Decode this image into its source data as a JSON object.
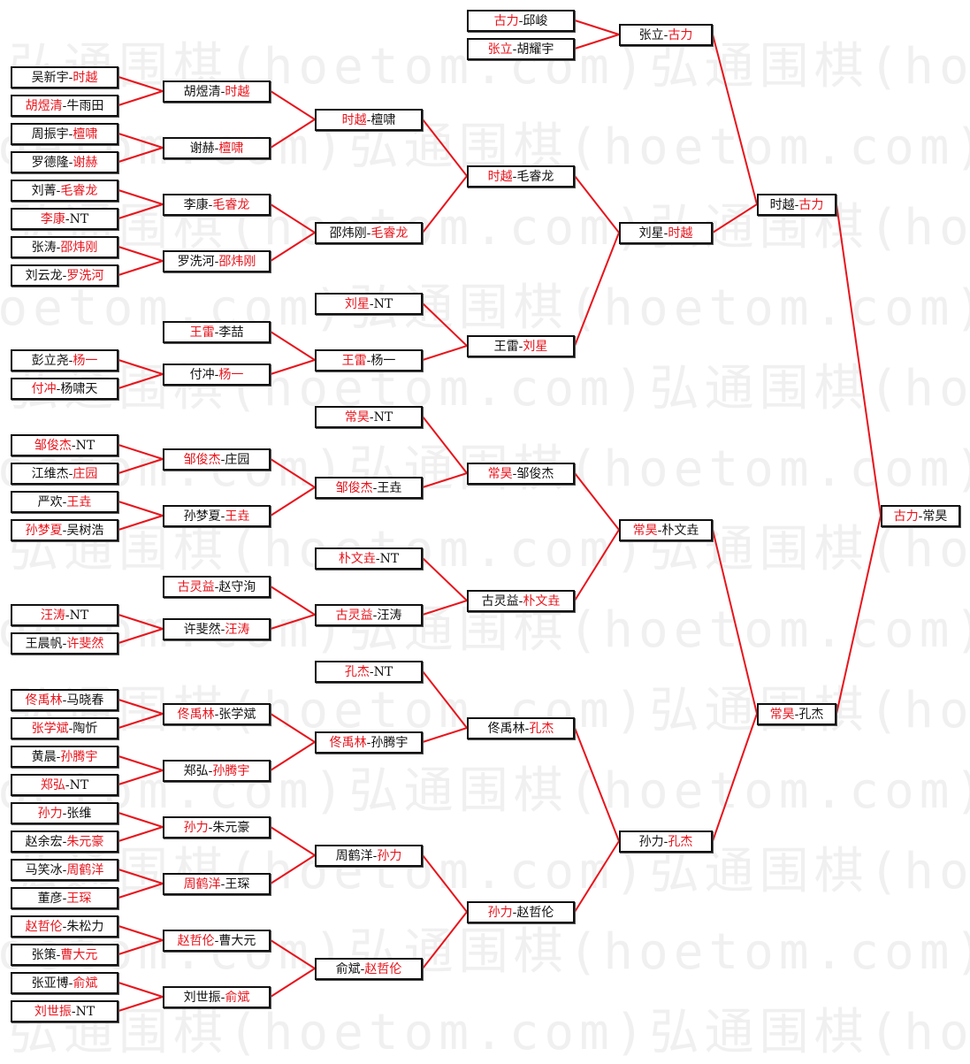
{
  "watermark": "弘通围棋(hoetom.com)",
  "separator": "-",
  "colors": {
    "winner": "#e8141c",
    "loser": "#111111",
    "line": "#e8141c",
    "border": "#111111"
  },
  "rounds": [
    {
      "name": "round-1",
      "matches": [
        {
          "a": "吴新宇",
          "b": "时越",
          "w": "b"
        },
        {
          "a": "胡煜清",
          "b": "牛雨田",
          "w": "a"
        },
        {
          "a": "周振宇",
          "b": "檀啸",
          "w": "b"
        },
        {
          "a": "罗德隆",
          "b": "谢赫",
          "w": "b"
        },
        {
          "a": "刘菁",
          "b": "毛睿龙",
          "w": "b"
        },
        {
          "a": "李康",
          "b": "NT",
          "w": "a"
        },
        {
          "a": "张涛",
          "b": "邵炜刚",
          "w": "b"
        },
        {
          "a": "刘云龙",
          "b": "罗洗河",
          "w": "b"
        },
        {
          "a": "彭立尧",
          "b": "杨一",
          "w": "b"
        },
        {
          "a": "付冲",
          "b": "杨啸天",
          "w": "a"
        },
        {
          "a": "邹俊杰",
          "b": "NT",
          "w": "a"
        },
        {
          "a": "江维杰",
          "b": "庄园",
          "w": "b"
        },
        {
          "a": "严欢",
          "b": "王垚",
          "w": "b"
        },
        {
          "a": "孙梦夏",
          "b": "吴树浩",
          "w": "a"
        },
        {
          "a": "汪涛",
          "b": "NT",
          "w": "a"
        },
        {
          "a": "王晨帆",
          "b": "许斐然",
          "w": "b"
        },
        {
          "a": "佟禹林",
          "b": "马晓春",
          "w": "a"
        },
        {
          "a": "张学斌",
          "b": "陶忻",
          "w": "a"
        },
        {
          "a": "黄晨",
          "b": "孙腾宇",
          "w": "b"
        },
        {
          "a": "郑弘",
          "b": "NT",
          "w": "a"
        },
        {
          "a": "孙力",
          "b": "张维",
          "w": "a"
        },
        {
          "a": "赵余宏",
          "b": "朱元豪",
          "w": "b"
        },
        {
          "a": "马笑冰",
          "b": "周鹤洋",
          "w": "b"
        },
        {
          "a": "董彦",
          "b": "王琛",
          "w": "b"
        },
        {
          "a": "赵哲伦",
          "b": "朱松力",
          "w": "a"
        },
        {
          "a": "张策",
          "b": "曹大元",
          "w": "b"
        },
        {
          "a": "张亚博",
          "b": "俞斌",
          "w": "b"
        },
        {
          "a": "刘世振",
          "b": "NT",
          "w": "a"
        }
      ]
    },
    {
      "name": "round-2",
      "matches": [
        {
          "a": "胡煜清",
          "b": "时越",
          "w": "b",
          "from": [
            0,
            1
          ]
        },
        {
          "a": "谢赫",
          "b": "檀啸",
          "w": "b",
          "from": [
            2,
            3
          ]
        },
        {
          "a": "李康",
          "b": "毛睿龙",
          "w": "b",
          "from": [
            4,
            5
          ]
        },
        {
          "a": "罗洗河",
          "b": "邵炜刚",
          "w": "b",
          "from": [
            6,
            7
          ]
        },
        {
          "a": "王雷",
          "b": "李喆",
          "w": "a",
          "from": []
        },
        {
          "a": "付冲",
          "b": "杨一",
          "w": "b",
          "from": [
            8,
            9
          ]
        },
        {
          "a": "邹俊杰",
          "b": "庄园",
          "w": "a",
          "from": [
            10,
            11
          ]
        },
        {
          "a": "孙梦夏",
          "b": "王垚",
          "w": "b",
          "from": [
            12,
            13
          ]
        },
        {
          "a": "古灵益",
          "b": "赵守洵",
          "w": "a",
          "from": []
        },
        {
          "a": "许斐然",
          "b": "汪涛",
          "w": "b",
          "from": [
            14,
            15
          ]
        },
        {
          "a": "佟禹林",
          "b": "张学斌",
          "w": "a",
          "from": [
            16,
            17
          ]
        },
        {
          "a": "郑弘",
          "b": "孙腾宇",
          "w": "b",
          "from": [
            18,
            19
          ]
        },
        {
          "a": "孙力",
          "b": "朱元豪",
          "w": "a",
          "from": [
            20,
            21
          ]
        },
        {
          "a": "周鹤洋",
          "b": "王琛",
          "w": "a",
          "from": [
            22,
            23
          ]
        },
        {
          "a": "赵哲伦",
          "b": "曹大元",
          "w": "a",
          "from": [
            24,
            25
          ]
        },
        {
          "a": "刘世振",
          "b": "俞斌",
          "w": "b",
          "from": [
            26,
            27
          ]
        }
      ]
    },
    {
      "name": "round-3",
      "matches": [
        {
          "a": "时越",
          "b": "檀啸",
          "w": "a",
          "from": [
            0,
            1
          ]
        },
        {
          "a": "邵炜刚",
          "b": "毛睿龙",
          "w": "b",
          "from": [
            2,
            3
          ]
        },
        {
          "a": "刘星",
          "b": "NT",
          "w": "a",
          "from": []
        },
        {
          "a": "王雷",
          "b": "杨一",
          "w": "a",
          "from": [
            4,
            5
          ]
        },
        {
          "a": "常昊",
          "b": "NT",
          "w": "a",
          "from": []
        },
        {
          "a": "邹俊杰",
          "b": "王垚",
          "w": "a",
          "from": [
            6,
            7
          ]
        },
        {
          "a": "朴文垚",
          "b": "NT",
          "w": "a",
          "from": []
        },
        {
          "a": "古灵益",
          "b": "汪涛",
          "w": "a",
          "from": [
            8,
            9
          ]
        },
        {
          "a": "孔杰",
          "b": "NT",
          "w": "a",
          "from": []
        },
        {
          "a": "佟禹林",
          "b": "孙腾宇",
          "w": "a",
          "from": [
            10,
            11
          ]
        },
        {
          "a": "周鹤洋",
          "b": "孙力",
          "w": "b",
          "from": [
            12,
            13
          ]
        },
        {
          "a": "俞斌",
          "b": "赵哲伦",
          "w": "b",
          "from": [
            14,
            15
          ]
        }
      ]
    },
    {
      "name": "round-4",
      "matches": [
        {
          "a": "古力",
          "b": "邱峻",
          "w": "a",
          "from": []
        },
        {
          "a": "张立",
          "b": "胡耀宇",
          "w": "a",
          "from": []
        },
        {
          "a": "时越",
          "b": "毛睿龙",
          "w": "a",
          "from": [
            0,
            1
          ]
        },
        {
          "a": "王雷",
          "b": "刘星",
          "w": "b",
          "from": [
            2,
            3
          ]
        },
        {
          "a": "常昊",
          "b": "邹俊杰",
          "w": "a",
          "from": [
            4,
            5
          ]
        },
        {
          "a": "古灵益",
          "b": "朴文垚",
          "w": "b",
          "from": [
            6,
            7
          ]
        },
        {
          "a": "佟禹林",
          "b": "孔杰",
          "w": "b",
          "from": [
            8,
            9
          ]
        },
        {
          "a": "孙力",
          "b": "赵哲伦",
          "w": "a",
          "from": [
            10,
            11
          ]
        }
      ]
    },
    {
      "name": "round-5",
      "matches": [
        {
          "a": "张立",
          "b": "古力",
          "w": "b",
          "from": [
            0,
            1
          ]
        },
        {
          "a": "刘星",
          "b": "时越",
          "w": "b",
          "from": [
            2,
            3
          ]
        },
        {
          "a": "常昊",
          "b": "朴文垚",
          "w": "a",
          "from": [
            4,
            5
          ]
        },
        {
          "a": "孙力",
          "b": "孔杰",
          "w": "b",
          "from": [
            6,
            7
          ]
        }
      ]
    },
    {
      "name": "semifinal",
      "matches": [
        {
          "a": "时越",
          "b": "古力",
          "w": "b",
          "from": [
            0,
            1
          ]
        },
        {
          "a": "常昊",
          "b": "孔杰",
          "w": "a",
          "from": [
            2,
            3
          ]
        }
      ]
    },
    {
      "name": "final",
      "matches": [
        {
          "a": "古力",
          "b": "常昊",
          "w": "a",
          "from": [
            0,
            1
          ]
        }
      ]
    }
  ]
}
